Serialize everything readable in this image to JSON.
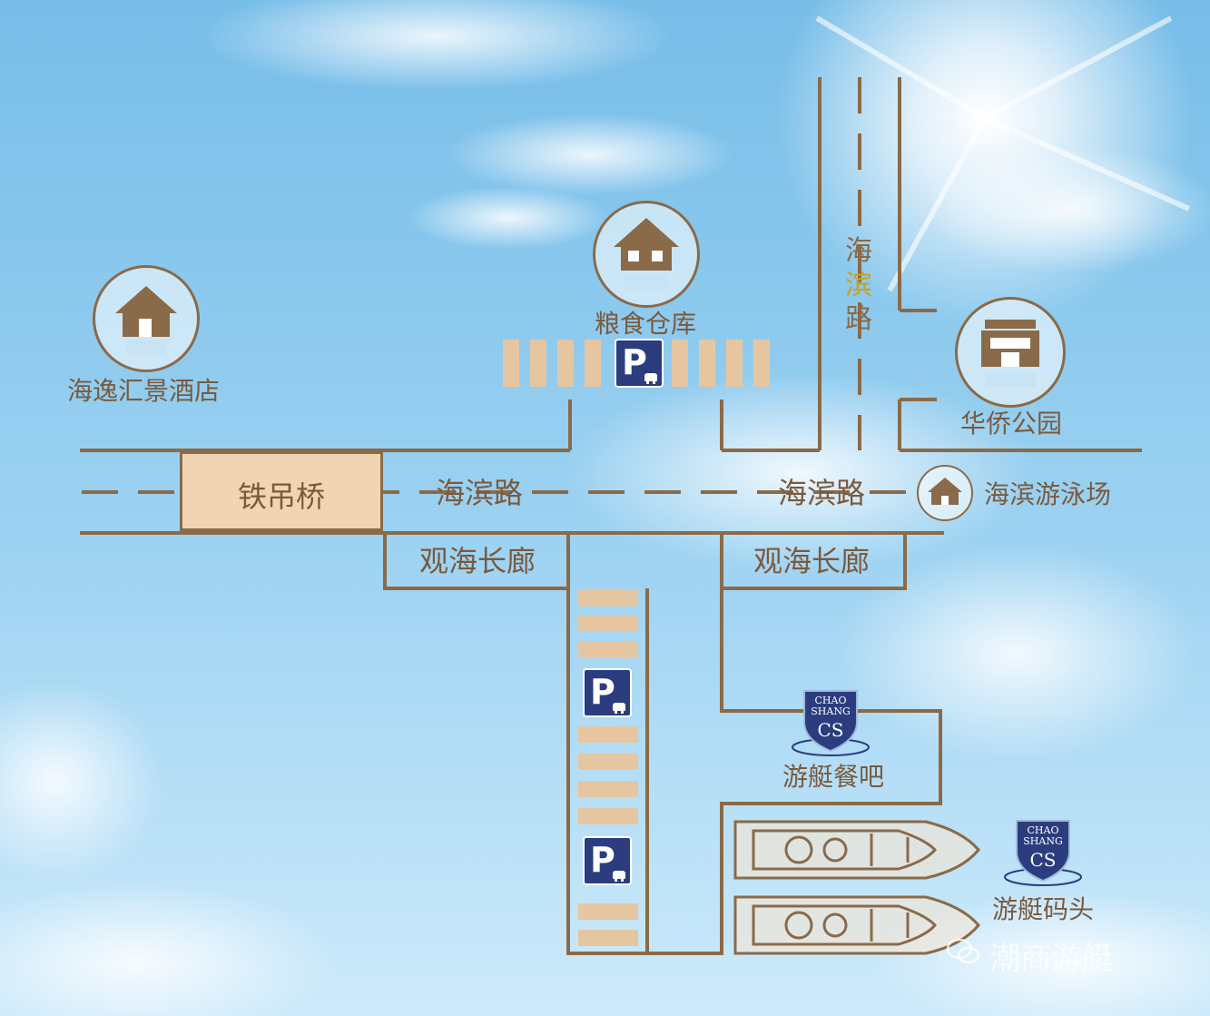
{
  "labels": {
    "bridge": "铁吊桥",
    "coast_road_west": "海滨路",
    "coast_road_east": "海滨路",
    "promenade_west": "观海长廊",
    "promenade_east": "观海长廊",
    "hotel": "海逸汇景酒店",
    "granary": "粮食仓库",
    "park": "华侨公园",
    "swimming": "海滨游泳场",
    "yacht_bar": "游艇餐吧",
    "yacht_dock": "游艇码头"
  },
  "vertical_road": [
    "海",
    "滨",
    "路"
  ],
  "parking": {
    "glyph": "P"
  },
  "crest": {
    "line1": "CHAO",
    "line2": "SHANG",
    "mono": "CS"
  },
  "watermark": "潮商游艇",
  "colors": {
    "road": "#8a6a48",
    "label": "#7a5a3d",
    "stripe": "#e6c6a0",
    "parking_bg": "#2b3d7f",
    "bridge_fill": "#f1d4b2",
    "sky_top": "#7cc0e8",
    "sky_bottom": "#d2ecfa"
  },
  "icons": [
    "house-icon",
    "parking-icon",
    "crest-icon",
    "yacht-icon",
    "wechat-icon"
  ]
}
